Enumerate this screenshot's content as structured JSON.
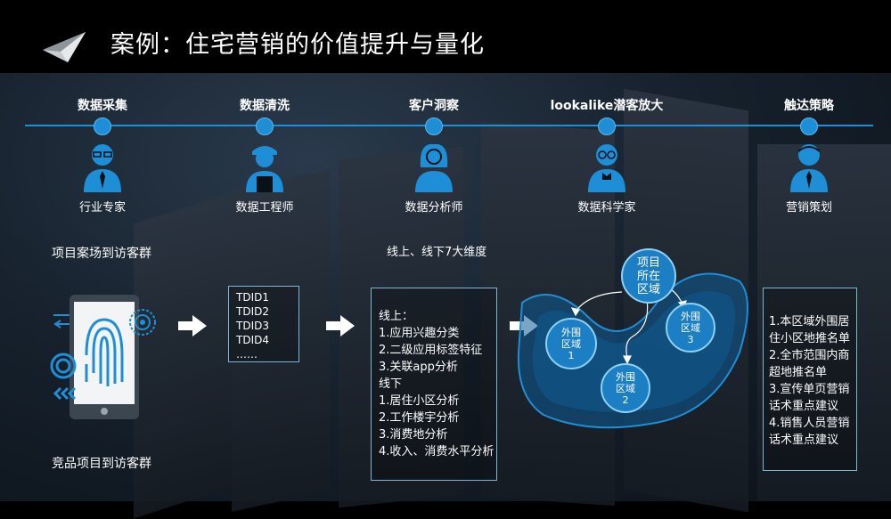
{
  "header": {
    "title": "案例：住宅营销的价值提升与量化"
  },
  "stages": [
    {
      "label": "数据采集",
      "role": "行业专家",
      "icon": "expert-avatar-icon"
    },
    {
      "label": "数据清洗",
      "role": "数据工程师",
      "icon": "engineer-avatar-icon"
    },
    {
      "label": "客户洞察",
      "role": "数据分析师",
      "icon": "analyst-avatar-icon"
    },
    {
      "label": "lookalike潜客放大",
      "role": "数据科学家",
      "icon": "scientist-avatar-icon"
    },
    {
      "label": "触达策略",
      "role": "营销策划",
      "icon": "planner-avatar-icon"
    }
  ],
  "left": {
    "top_label": "项目案场到访客群",
    "bottom_label": "竞品项目到访客群"
  },
  "tdid_box": {
    "lines": [
      "TDID1",
      "TDID2",
      "TDID3",
      "TDID4",
      "……"
    ]
  },
  "dimension_label": "线上、线下7大维度",
  "dimension_box": {
    "lines": [
      "线上：",
      "1.应用兴趣分类",
      "2.二级应用标签特征",
      "3.关联app分析",
      "线下",
      "1.居住小区分析",
      "2.工作楼宇分析",
      "3.消费地分析",
      "4.收入、消费水平分析"
    ]
  },
  "lookalike": {
    "center": [
      "项目",
      "所在",
      "区域"
    ],
    "outer1": [
      "外围",
      "区域",
      "1"
    ],
    "outer2": [
      "外围",
      "区域",
      "2"
    ],
    "outer3": [
      "外围",
      "区域",
      "3"
    ]
  },
  "strategy_box": {
    "lines": [
      "1.本区域外围居",
      "住小区地推名单",
      "2.全市范围内商",
      "超地推名单",
      "3.宣传单页营销",
      "话术重点建议",
      "4.销售人员营销",
      "话术重点建议"
    ]
  },
  "colors": {
    "accent": "#1e8fd6",
    "bubble": "#1c7fc4",
    "box_border": "#7fb6d8"
  }
}
